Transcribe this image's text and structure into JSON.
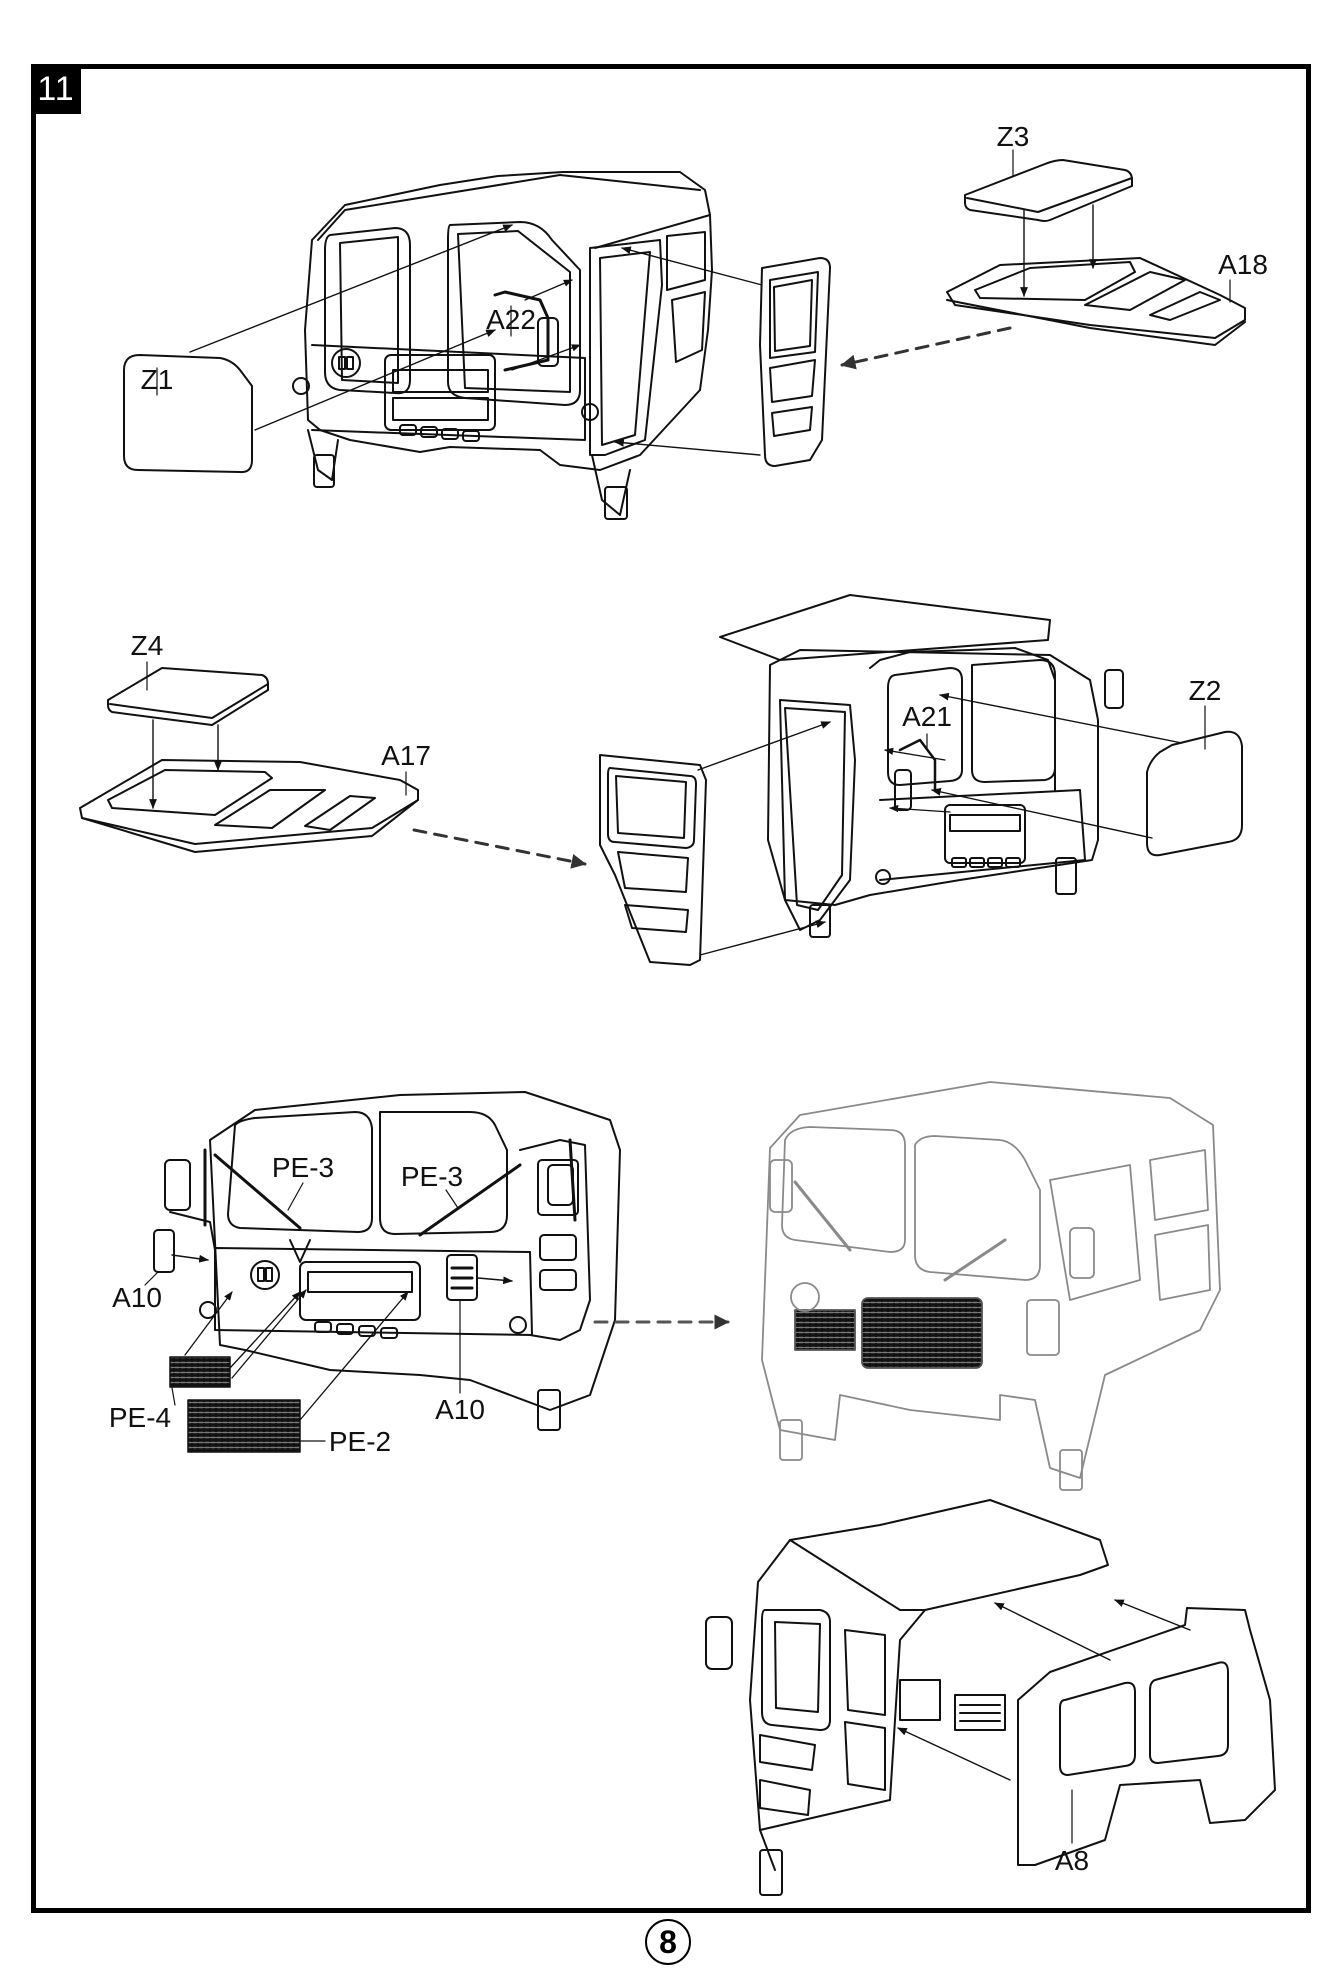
{
  "step": {
    "number": "11"
  },
  "page": {
    "number": "8"
  },
  "labels": {
    "z1": "Z1",
    "a22": "A22",
    "z3": "Z3",
    "a18": "A18",
    "z4": "Z4",
    "a17": "A17",
    "a21": "A21",
    "z2": "Z2",
    "pe3_left": "PE-3",
    "pe3_right": "PE-3",
    "a10_left": "A10",
    "a10_right": "A10",
    "pe4": "PE-4",
    "pe2": "PE-2",
    "a8": "A8"
  },
  "colors": {
    "line": "#111111",
    "ghost": "#8a8a8a",
    "mesh": "#2a2a2a",
    "arrow": "#333333"
  }
}
